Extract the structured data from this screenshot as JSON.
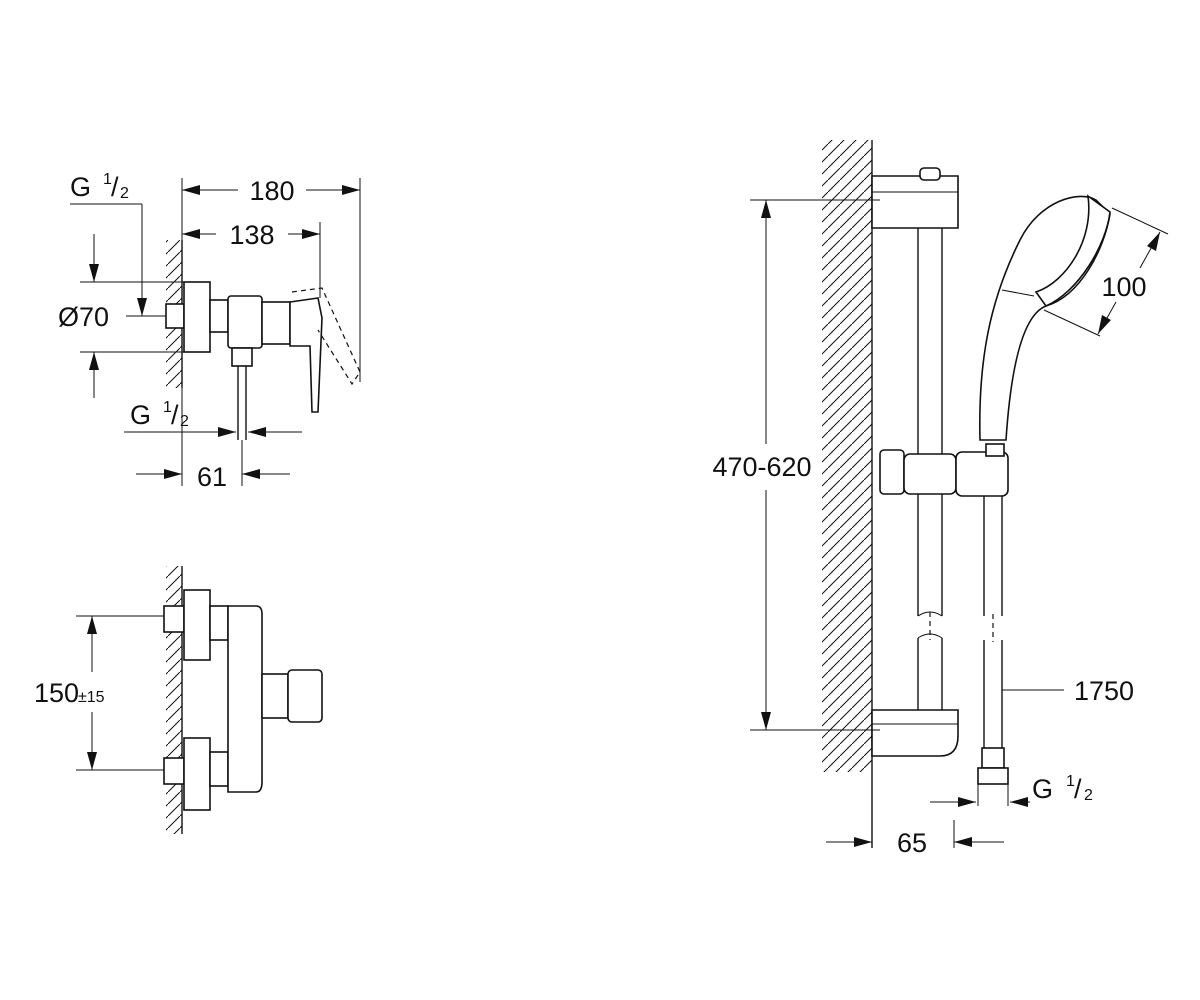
{
  "mixer_side_view": {
    "connection_top": {
      "letter": "G",
      "numerator": "1",
      "slash": "/",
      "denominator": "2"
    },
    "dim_overall": "180",
    "dim_depth": "138",
    "dim_diameter": "Ø70",
    "connection_bottom": {
      "letter": "G",
      "numerator": "1",
      "slash": "/",
      "denominator": "2"
    },
    "dim_outlet": "61"
  },
  "mixer_front_view": {
    "dim_centers": "150",
    "dim_tolerance": "±15"
  },
  "shower_set": {
    "dim_rail_height": "470-620",
    "dim_head": "100",
    "dim_hose": "1750",
    "connection": {
      "letter": "G",
      "numerator": "1",
      "slash": "/",
      "denominator": "2"
    },
    "dim_wall_offset": "65"
  }
}
